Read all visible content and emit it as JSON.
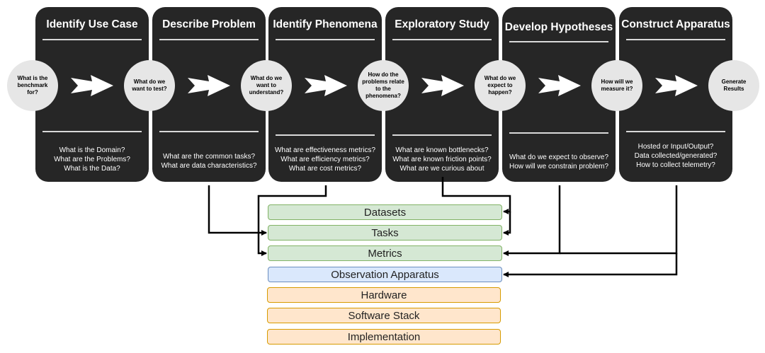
{
  "stages": [
    {
      "title": "Identify Use Case",
      "questions": [
        "What is the Domain?",
        "What are the Problems?",
        "What is the Data?"
      ]
    },
    {
      "title": "Describe Problem",
      "questions": [
        "What are the common tasks?",
        "What are data characteristics?"
      ]
    },
    {
      "title": "Identify Phenomena",
      "questions": [
        "What are effectiveness metrics?",
        "What are efficiency metrics?",
        "What are cost metrics?"
      ]
    },
    {
      "title": "Exploratory Study",
      "questions": [
        "What are known bottlenecks?",
        "What are known friction points?",
        "What are we curious about"
      ]
    },
    {
      "title": "Develop Hypotheses",
      "questions": [
        "What do we expect to observe?",
        "How will we constrain problem?"
      ]
    },
    {
      "title": "Construct Apparatus",
      "questions": [
        "Hosted or Input/Output?",
        "Data collected/generated?",
        "How to collect telemetry?"
      ]
    }
  ],
  "circles": [
    "What is the\nbenchmark\nfor?",
    "What do we\nwant to test?",
    "What do we\nwant to\nunderstand?",
    "How do the\nproblems relate\nto the\nphenomena?",
    "What do we\nexpect to\nhappen?",
    "How will we\nmeasure it?",
    "Generate\nResults"
  ],
  "layers": [
    "Datasets",
    "Tasks",
    "Metrics",
    "Observation Apparatus",
    "Hardware",
    "Software Stack",
    "Implementation"
  ],
  "colors": {
    "card": "#262626",
    "green": "#d5e8d4",
    "blue": "#dae8fc",
    "orange": "#ffe6cc",
    "circle": "#e6e6e6"
  }
}
